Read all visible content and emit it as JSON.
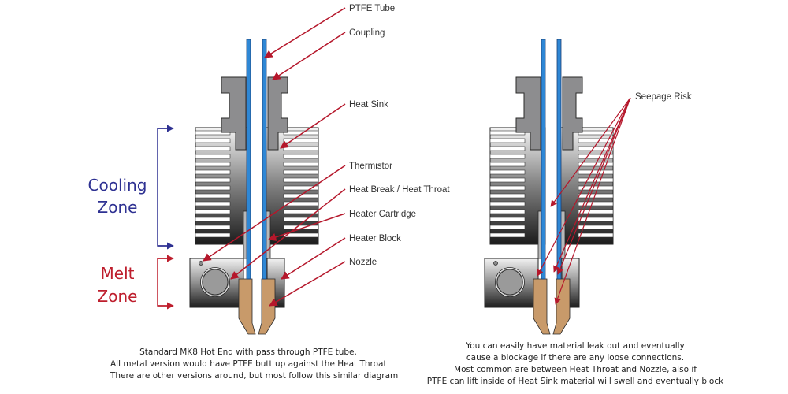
{
  "left_diagram": {
    "labels": [
      {
        "id": "ptfe-tube",
        "text": "PTFE Tube"
      },
      {
        "id": "coupling",
        "text": "Coupling"
      },
      {
        "id": "heat-sink",
        "text": "Heat Sink"
      },
      {
        "id": "thermistor",
        "text": "Thermistor"
      },
      {
        "id": "heat-break",
        "text": "Heat Break / Heat Throat"
      },
      {
        "id": "heater-cartridge",
        "text": "Heater Cartridge"
      },
      {
        "id": "heater-block",
        "text": "Heater Block"
      },
      {
        "id": "nozzle",
        "text": "Nozzle"
      }
    ],
    "zones": {
      "cooling": {
        "line1": "Cooling",
        "line2": "Zone",
        "color": "#2e3192"
      },
      "melt": {
        "line1": "Melt",
        "line2": "Zone",
        "color": "#be1e2d"
      }
    },
    "caption": [
      "Standard MK8 Hot End with pass through PTFE tube.",
      "All metal version would have PTFE butt up against the Heat Throat",
      "There are other versions around, but most follow this similar diagram"
    ]
  },
  "right_diagram": {
    "label": "Seepage Risk",
    "caption": [
      "You can easily have material leak out and eventually",
      "cause a blockage if there are any loose connections.",
      "Most common are between Heat Throat and Nozzle, also if",
      "PTFE can lift inside of Heat Sink material will swell and eventually block"
    ]
  },
  "colors": {
    "arrow": "#b5172b",
    "ptfe": "#2e87d5",
    "ptfe_edge": "#1b3f73",
    "metal": "#8d8d8f",
    "nozzle": "#c89a6a"
  }
}
